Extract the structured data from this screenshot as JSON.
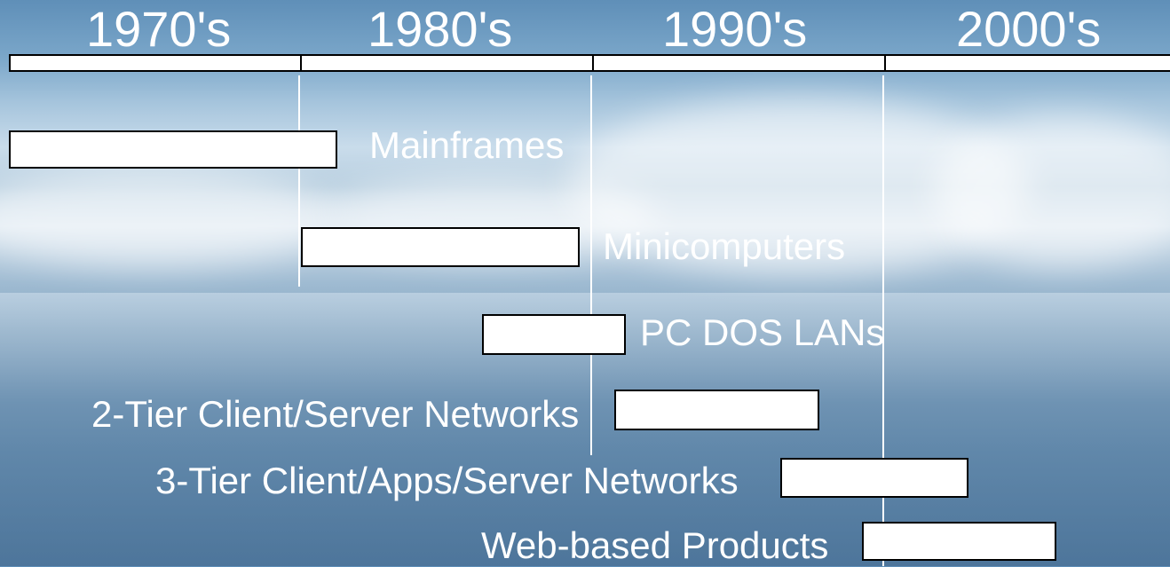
{
  "decades": [
    "1970's",
    "1980's",
    "1990's",
    "2000's"
  ],
  "eras": [
    {
      "label": "Mainframes"
    },
    {
      "label": "Minicomputers"
    },
    {
      "label": "PC DOS LANs"
    },
    {
      "label": "2-Tier Client/Server Networks"
    },
    {
      "label": "3-Tier Client/Apps/Server Networks"
    },
    {
      "label": "Web-based Products"
    }
  ],
  "colors": {
    "bar_fill": "#ffffff",
    "bar_border": "#000000",
    "text": "#ffffff"
  }
}
